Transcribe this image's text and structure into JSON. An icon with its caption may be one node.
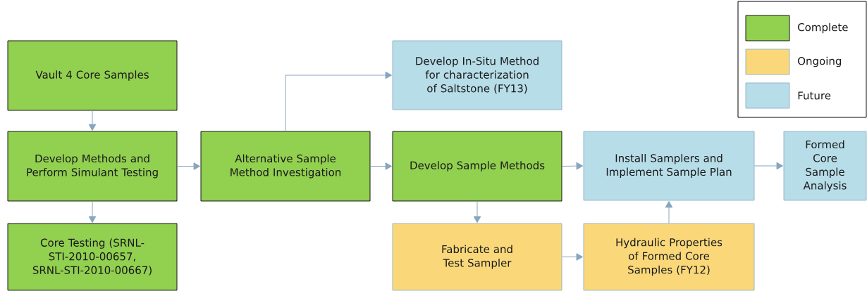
{
  "diagram": {
    "nodes": [
      {
        "text": [
          "Vault 4 Core Samples"
        ]
      },
      {
        "text": [
          "Develop Methods and Perform Simulant Testing"
        ]
      },
      {
        "text": [
          "Core Testing (SRNL-STI-2010-00657, SRNL-STI-2010-00667)"
        ]
      },
      {
        "text": [
          "Alternative Sample Method Investigation"
        ]
      },
      {
        "text": [
          "Develop In-Situ Method for characterization of Saltstone (FY13)"
        ]
      },
      {
        "text": [
          "Develop Sample Methods"
        ]
      },
      {
        "text": [
          "Install Samplers and Implement Sample Plan"
        ]
      },
      {
        "text": [
          "Formed Core Sample Analysis"
        ]
      },
      {
        "text": [
          "Fabricate and Test Sampler"
        ]
      },
      {
        "text": [
          "Hydraulic Properties of Formed Core Samples (FY12)"
        ]
      }
    ],
    "edges": [
      {
        "from": 0,
        "to": 1,
        "arrow": "to"
      },
      {
        "from": 1,
        "to": 2,
        "arrow": "to"
      },
      {
        "from": 1,
        "to": 3,
        "arrow": "to"
      },
      {
        "from": 3,
        "to": 4,
        "arrow": "to"
      },
      {
        "from": 3,
        "to": 5,
        "arrow": "to"
      },
      {
        "from": 5,
        "to": 6,
        "arrow": "to"
      },
      {
        "from": 6,
        "to": 7,
        "arrow": "to"
      },
      {
        "from": 5,
        "to": 8,
        "arrow": "to"
      },
      {
        "from": 8,
        "to": 9,
        "arrow": "to"
      },
      {
        "from": 9,
        "to": 6,
        "arrow": "to"
      }
    ],
    "legend": [
      {
        "text": "Complete",
        "color": "#92d050"
      },
      {
        "text": "Ongoing",
        "color": "#fad87a"
      },
      {
        "text": "Future",
        "color": "#b7dde8"
      }
    ]
  }
}
